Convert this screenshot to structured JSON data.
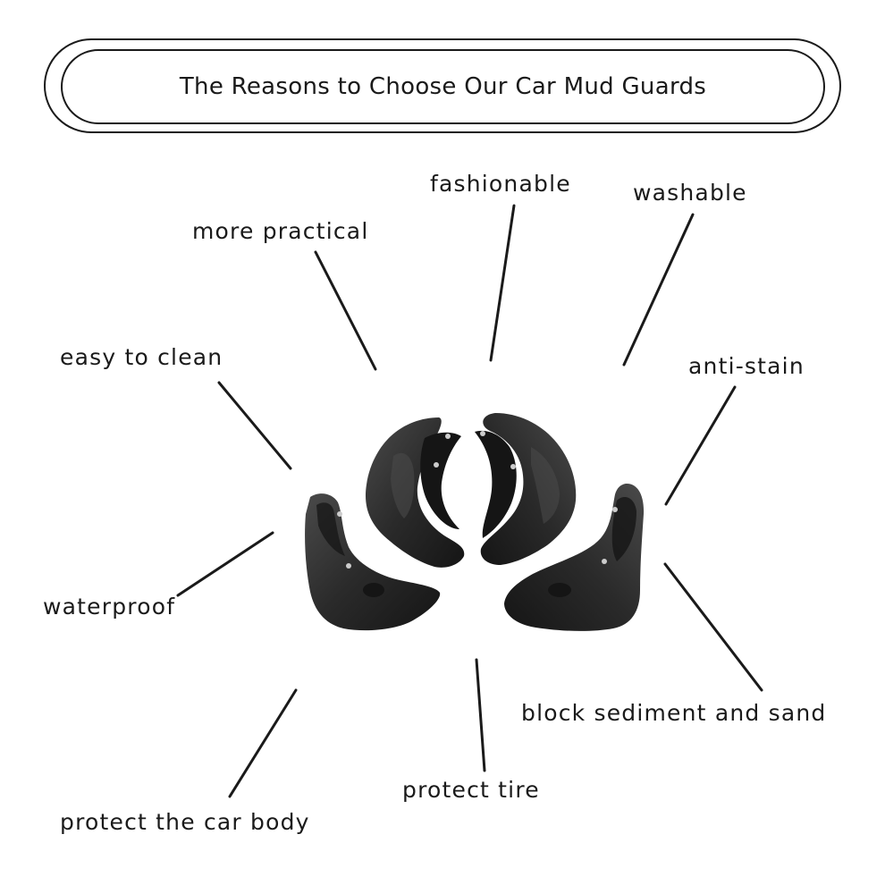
{
  "title": "The Reasons to Choose Our Car Mud Guards",
  "features": {
    "fashionable": "fashionable",
    "washable": "washable",
    "more_practical": "more practical",
    "easy_to_clean": "easy to clean",
    "anti_stain": "anti-stain",
    "waterproof": "waterproof",
    "block_sediment": "block sediment and sand",
    "protect_tire": "protect tire",
    "protect_body": "protect the car body"
  },
  "colors": {
    "ink": "#1a1a1a",
    "product": "#2a2a2a",
    "product_shade": "#151515",
    "product_highlight": "#4a4a4a"
  }
}
